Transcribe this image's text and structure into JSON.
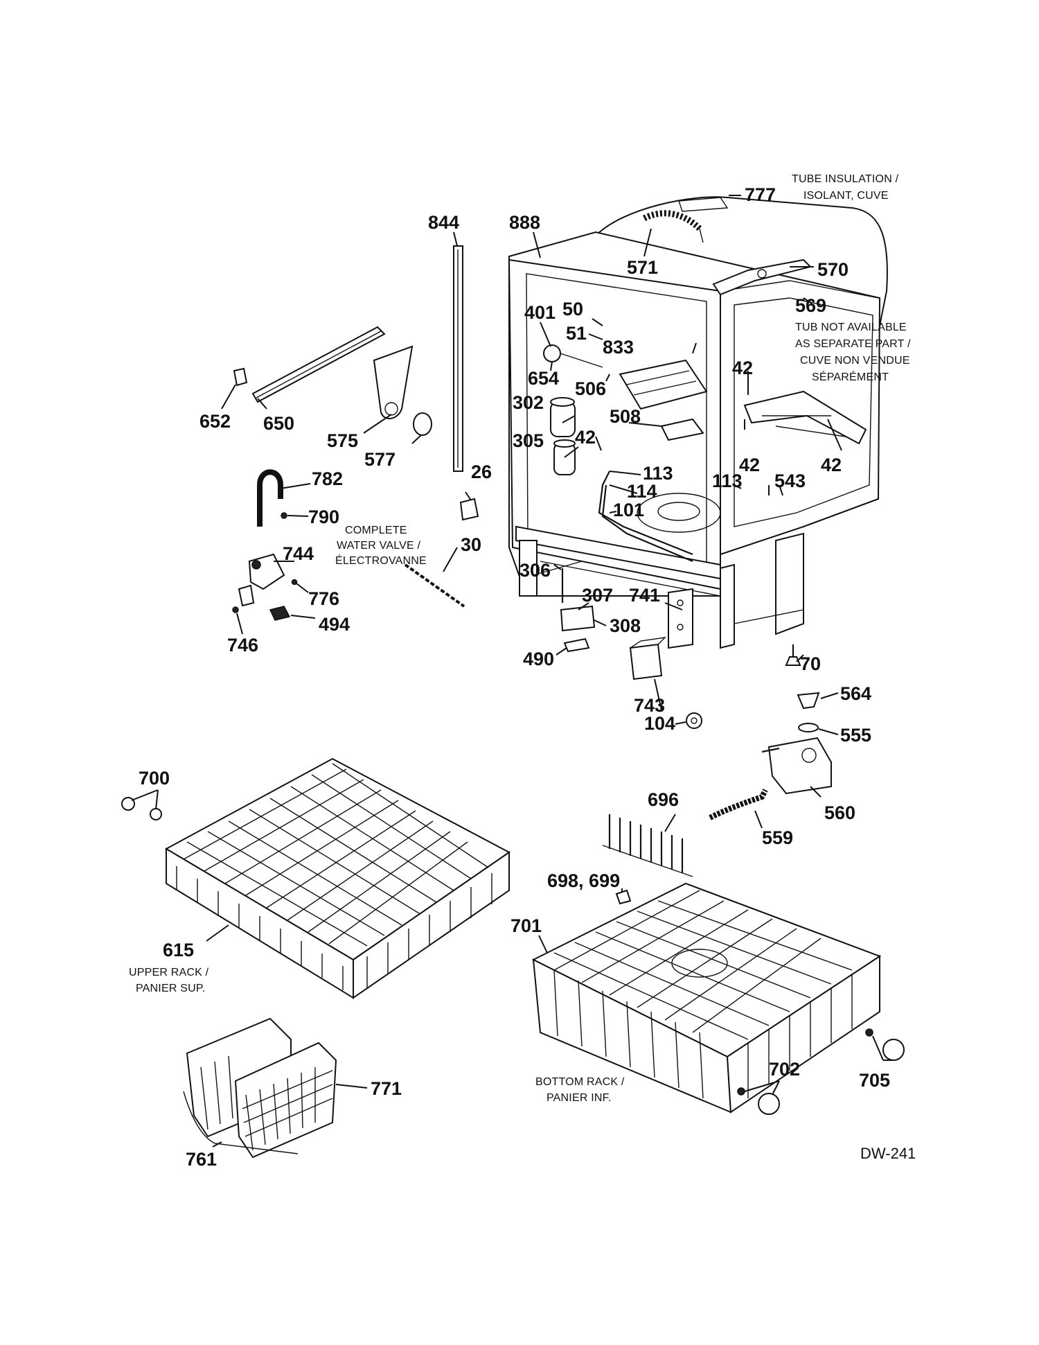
{
  "callouts": {
    "c777": "777",
    "c888": "888",
    "c844": "844",
    "c571": "571",
    "c570": "570",
    "c569": "569",
    "c401": "401",
    "c50": "50",
    "c51": "51",
    "c833": "833",
    "c654": "654",
    "c506": "506",
    "c42a": "42",
    "c42b": "42",
    "c42c": "42",
    "c42d": "42",
    "c302": "302",
    "c305": "305",
    "c508": "508",
    "c113a": "113",
    "c113b": "113",
    "c114": "114",
    "c101": "101",
    "c543": "543",
    "c652": "652",
    "c650": "650",
    "c575": "575",
    "c577": "577",
    "c782": "782",
    "c790": "790",
    "c26": "26",
    "c30": "30",
    "c744": "744",
    "c776": "776",
    "c494": "494",
    "c746": "746",
    "c306": "306",
    "c307": "307",
    "c741": "741",
    "c308": "308",
    "c490": "490",
    "c743": "743",
    "c70": "70",
    "c564": "564",
    "c555": "555",
    "c104": "104",
    "c560": "560",
    "c559": "559",
    "c696": "696",
    "c700": "700",
    "c698": "698, 699",
    "c701": "701",
    "c615": "615",
    "c771": "771",
    "c761": "761",
    "c702": "702",
    "c705": "705"
  },
  "captions": {
    "tube_insulation_1": "TUBE INSULATION /",
    "tube_insulation_2": "ISOLANT, CUVE",
    "tub_1": "TUB NOT AVAILABLE",
    "tub_2": "AS SEPARATE PART /",
    "tub_3": "CUVE NON VENDUE",
    "tub_4": "SÉPARÉMENT",
    "valve_1": "COMPLETE",
    "valve_2": "WATER VALVE /",
    "valve_3": "ÉLECTROVANNE",
    "upper_1": "UPPER RACK /",
    "upper_2": "PANIER SUP.",
    "bottom_1": "BOTTOM RACK /",
    "bottom_2": "PANIER INF."
  },
  "diagram_code": "DW-241"
}
